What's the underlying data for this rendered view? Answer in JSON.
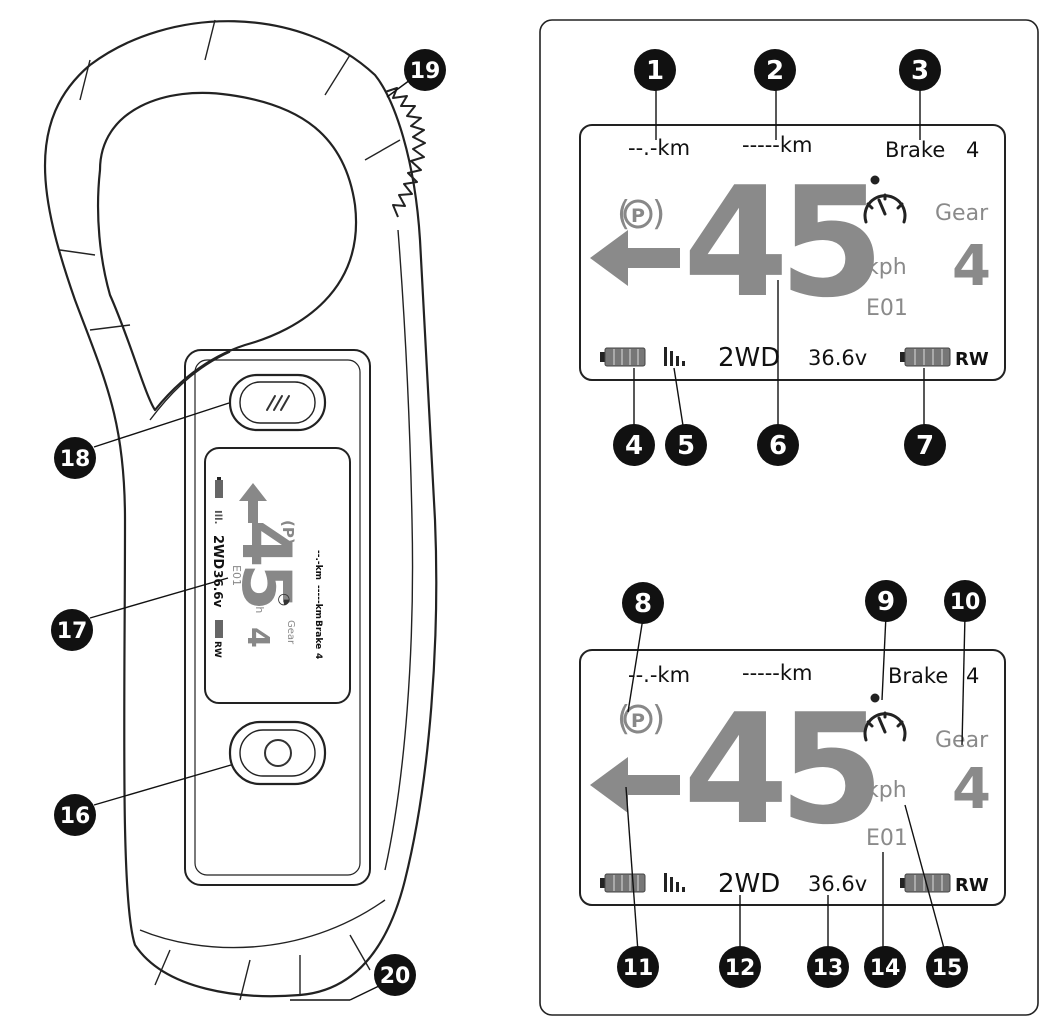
{
  "remote_screen": {
    "trip": "--.-km",
    "odo": "-----km",
    "brake_label": "Brake",
    "brake_level": "4",
    "speed": "45",
    "unit": "kph",
    "error": "E01",
    "gear_label": "Gear",
    "gear": "4",
    "drive": "2WD",
    "voltage": "36.6v",
    "rw": "RW"
  },
  "panel_top": {
    "trip": "--.-km",
    "odo": "-----km",
    "brake_label": "Brake",
    "brake_level": "4",
    "speed": "45",
    "unit": "kph",
    "error": "E01",
    "gear_label": "Gear",
    "gear": "4",
    "drive": "2WD",
    "voltage": "36.6v",
    "rw": "RW"
  },
  "panel_bottom": {
    "trip": "--.-km",
    "odo": "-----km",
    "brake_label": "Brake",
    "brake_level": "4",
    "speed": "45",
    "unit": "kph",
    "error": "E01",
    "gear_label": "Gear",
    "gear": "4",
    "drive": "2WD",
    "voltage": "36.6v",
    "rw": "RW"
  },
  "callouts": [
    "1",
    "2",
    "3",
    "4",
    "5",
    "6",
    "7",
    "8",
    "9",
    "10",
    "11",
    "12",
    "13",
    "14",
    "15",
    "16",
    "17",
    "18",
    "19",
    "20"
  ]
}
